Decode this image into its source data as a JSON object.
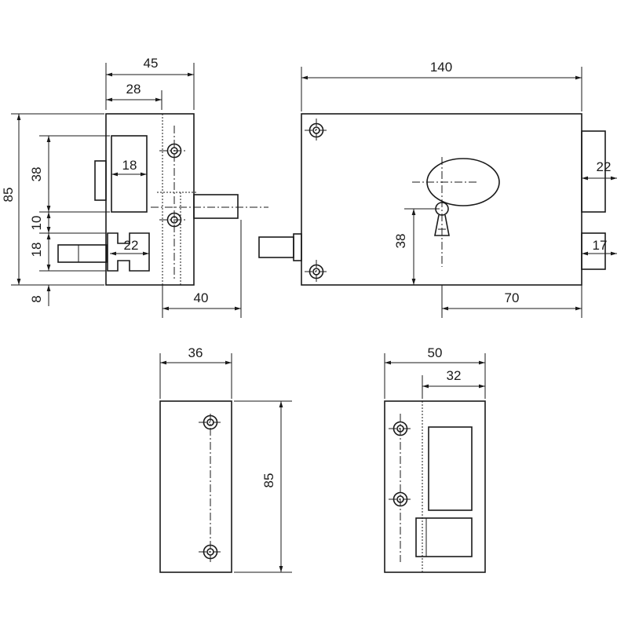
{
  "colors": {
    "line": "#1a1a1a",
    "background": "#ffffff"
  },
  "dimensions": {
    "front": {
      "width_total": "45",
      "width_inner": "28",
      "height_total": "85",
      "height_upper": "38",
      "gap_mid": "10",
      "height_lower": "18",
      "offset_bottom": "8",
      "window_width": "18",
      "latch_width": "22",
      "bolt_projection": "40"
    },
    "side": {
      "length": "140",
      "keyhole_height": "38",
      "keyhole_offset": "70",
      "latch_upper": "22",
      "latch_lower": "17"
    },
    "strike_plate": {
      "width": "36",
      "height": "85"
    },
    "keeper": {
      "width": "50",
      "inner_width": "32"
    }
  }
}
